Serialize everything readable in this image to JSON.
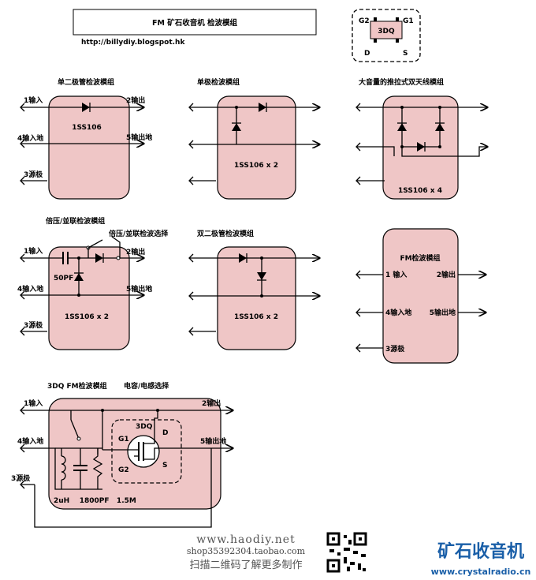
{
  "header": {
    "title": "FM 矿石收音机 检波模组",
    "url": "http://billydiy.blogspot.hk"
  },
  "fet_symbol": {
    "g2": "G2",
    "g1": "G1",
    "name": "3DQ",
    "d": "D",
    "s": "S"
  },
  "modules": {
    "single_diode": {
      "title": "单二极管检波模组",
      "in1": "1输入",
      "in4": "4输入地",
      "in3": "3源极",
      "out2": "2输出",
      "out5": "5输出地",
      "part": "1SS106"
    },
    "single_pole": {
      "title": "单极检波模组",
      "part": "1SS106 x 2"
    },
    "push_pull": {
      "title": "大音量的推拉式双天线模组",
      "part": "1SS106 x 4"
    },
    "doubler": {
      "title": "倍压/並联检波模组",
      "switch_label": "倍压/並联检波选择",
      "in1": "1输入",
      "in4": "4输入地",
      "in3": "3源极",
      "out2": "2输出",
      "out5": "5输出地",
      "cap": "50PF",
      "part": "1SS106 x 2"
    },
    "dual_diode": {
      "title": "双二极管检波模组",
      "part": "1SS106 x 2"
    },
    "fm_module": {
      "title": "FM检波模组",
      "in1": "1 输入",
      "in4": "4输入地",
      "in3": "3源极",
      "out2": "2输出",
      "out5": "5输出地"
    },
    "dq_module": {
      "title": "3DQ FM检波模组",
      "select_label": "电容/电感选择",
      "in1": "1输入",
      "in4": "4输入地",
      "in3": "3源极",
      "out2": "2输出",
      "out5": "5输出地",
      "fet": "3DQ",
      "g1": "G1",
      "g2": "G2",
      "d": "D",
      "s": "S",
      "values": "2uH    1800PF   1.5M"
    }
  },
  "footer": {
    "site": "www.haodiy.net",
    "shop": "shop35392304.taobao.com",
    "scan": "扫描二维码了解更多制作",
    "brand": "矿石收音机",
    "brand_url": "www.crystalradio.cn",
    "brand_color": "#1a5fa8"
  }
}
